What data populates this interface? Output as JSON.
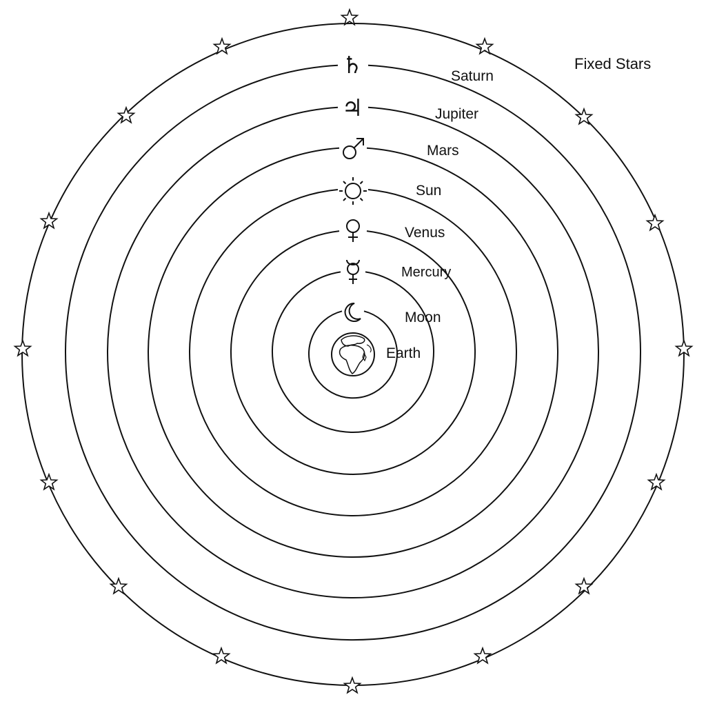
{
  "diagram": {
    "fixed_stars_label": "Fixed Stars",
    "spheres": [
      {
        "name": "Saturn",
        "symbol": "♄",
        "symbol_icon": "saturn-icon"
      },
      {
        "name": "Jupiter",
        "symbol": "♃",
        "symbol_icon": "jupiter-icon"
      },
      {
        "name": "Mars",
        "symbol": "♂",
        "symbol_icon": "mars-icon"
      },
      {
        "name": "Sun",
        "symbol": "☼",
        "symbol_icon": "sun-icon"
      },
      {
        "name": "Venus",
        "symbol": "♀",
        "symbol_icon": "venus-icon"
      },
      {
        "name": "Mercury",
        "symbol": "☿",
        "symbol_icon": "mercury-icon"
      },
      {
        "name": "Moon",
        "symbol": "☽",
        "symbol_icon": "moon-icon"
      }
    ],
    "center": {
      "name": "Earth",
      "icon": "earth-globe-icon"
    },
    "star_icon": "star-icon",
    "line_color": "#111111",
    "background": "#ffffff"
  }
}
